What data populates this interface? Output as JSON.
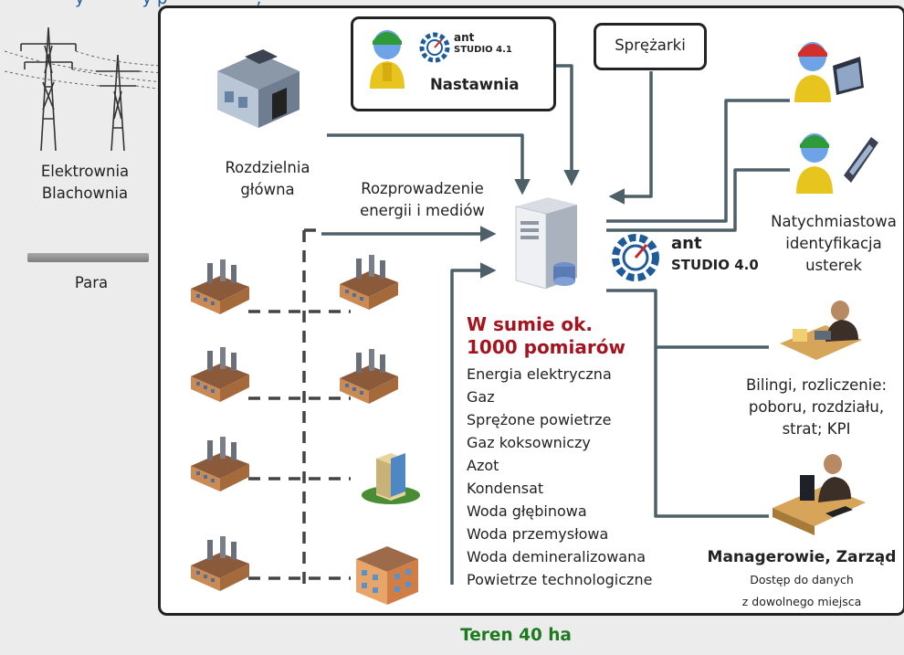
{
  "header_fragment": "y           y p                 ,",
  "power_plant": {
    "line1": "Elektrownia",
    "line2": "Blachownia"
  },
  "steam": {
    "label": "Para"
  },
  "main_substation": {
    "line1": "Rozdzielnia",
    "line2": "główna"
  },
  "distribution": {
    "line1": "Rozprowadzenie",
    "line2": "energii i mediów"
  },
  "control_room": {
    "label": "Nastawnia",
    "logo_top": "ant",
    "logo_bottom": "STUDIO 4.1"
  },
  "compressors": {
    "label": "Sprężarki"
  },
  "server_logo": {
    "top": "ant",
    "bottom": "STUDIO 4.0"
  },
  "defects": {
    "line1": "Natychmiastowa",
    "line2": "identyfikacja",
    "line3": "usterek"
  },
  "total": {
    "line1": "W sumie ok.",
    "line2": "1000 pomiarów"
  },
  "measurements": [
    "Energia elektryczna",
    "Gaz",
    "Sprężone powietrze",
    "Gaz koksowniczy",
    "Azot",
    "Kondensat",
    "Woda głębinowa",
    "Woda przemysłowa",
    "Woda demineralizowana",
    "Powietrze technologiczne"
  ],
  "billing": {
    "line1": "Bilingi, rozliczenie:",
    "line2": "poboru, rozdziału,",
    "line3": "strat; KPI"
  },
  "managers": {
    "title": "Managerowie, Zarząd",
    "line1": "Dostęp do danych",
    "line2": "z  dowolnego miejsca"
  },
  "area": {
    "label": "Teren 40 ha"
  },
  "colors": {
    "arrow": "#4d6068",
    "total": "#a31421",
    "area": "#1e7a1e",
    "frame": "#222222"
  }
}
